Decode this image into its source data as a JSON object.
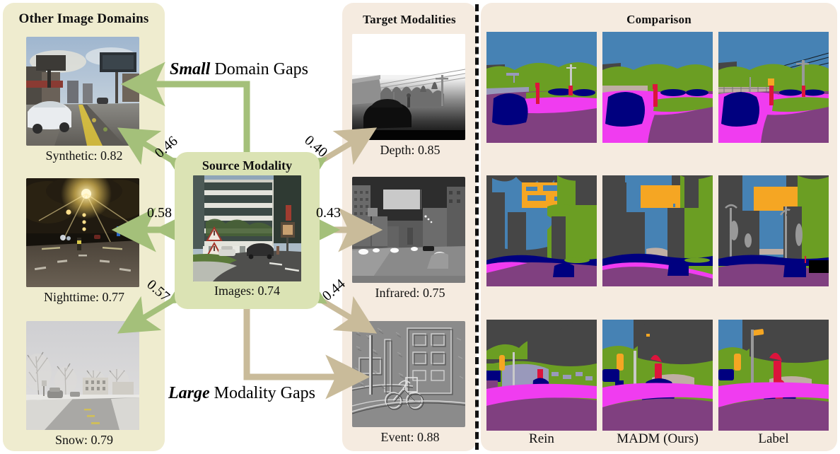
{
  "panels": {
    "left": {
      "title": "Other Image Domains"
    },
    "target": {
      "title": "Target Modalities"
    },
    "comparison": {
      "title": "Comparison"
    }
  },
  "source": {
    "title": "Source Modality",
    "label": "Images: 0.74",
    "value": 0.74,
    "thumb_name": "cityscapes-street-photo"
  },
  "other_domains": [
    {
      "label": "Synthetic: 0.82",
      "name": "synthetic",
      "value": 0.82,
      "thumb_name": "gta-synthetic-street-photo"
    },
    {
      "label": "Nighttime: 0.77",
      "name": "nighttime",
      "value": 0.77,
      "thumb_name": "nighttime-street-photo"
    },
    {
      "label": "Snow: 0.79",
      "name": "snow",
      "value": 0.79,
      "thumb_name": "snow-street-photo"
    }
  ],
  "target_modalities": [
    {
      "label": "Depth: 0.85",
      "name": "depth",
      "value": 0.85,
      "thumb_name": "depth-map-image"
    },
    {
      "label": "Infrared: 0.75",
      "name": "infrared",
      "value": 0.75,
      "thumb_name": "infrared-thermal-image"
    },
    {
      "label": "Event: 0.88",
      "name": "event",
      "value": 0.88,
      "thumb_name": "event-camera-image"
    }
  ],
  "annotations": {
    "small_gap_emphasis": "Small",
    "small_gap_rest": " Domain Gaps",
    "large_gap_emphasis": "Large",
    "large_gap_rest": " Modality Gaps"
  },
  "edge_values": {
    "source_to_synthetic": "0.46",
    "source_to_depth": "0.40",
    "source_to_nighttime": "0.58",
    "source_to_infrared": "0.43",
    "source_to_snow": "0.57",
    "source_to_event": "0.44"
  },
  "comparison": {
    "columns": [
      {
        "label": "Rein",
        "name": "rein"
      },
      {
        "label": "MADM (Ours)",
        "name": "madm-ours"
      },
      {
        "label": "Label",
        "name": "label"
      }
    ],
    "rows": [
      {
        "name": "depth-row"
      },
      {
        "name": "infrared-row"
      },
      {
        "name": "event-row"
      }
    ]
  },
  "colors": {
    "left_panel_bg": "#efeccf",
    "target_panel_bg": "#f5ebe0",
    "comparison_panel_bg": "#f5ebe0",
    "source_box_bg": "#dbe3b4",
    "arrow_green": "#a4c07a",
    "arrow_tan": "#c9bb9a",
    "divider": "#111111",
    "seg_sky": "#4682b4",
    "seg_vegetation": "#6b9e23",
    "seg_building": "#464646",
    "seg_road": "#804080",
    "seg_sidewalk": "#f03cf0",
    "seg_car": "#00007f",
    "seg_person": "#dc143c",
    "seg_pole": "#999999",
    "seg_traffic_sign": "#f5a623",
    "seg_wall": "#9999bb",
    "seg_fence": "#bfaea4"
  }
}
